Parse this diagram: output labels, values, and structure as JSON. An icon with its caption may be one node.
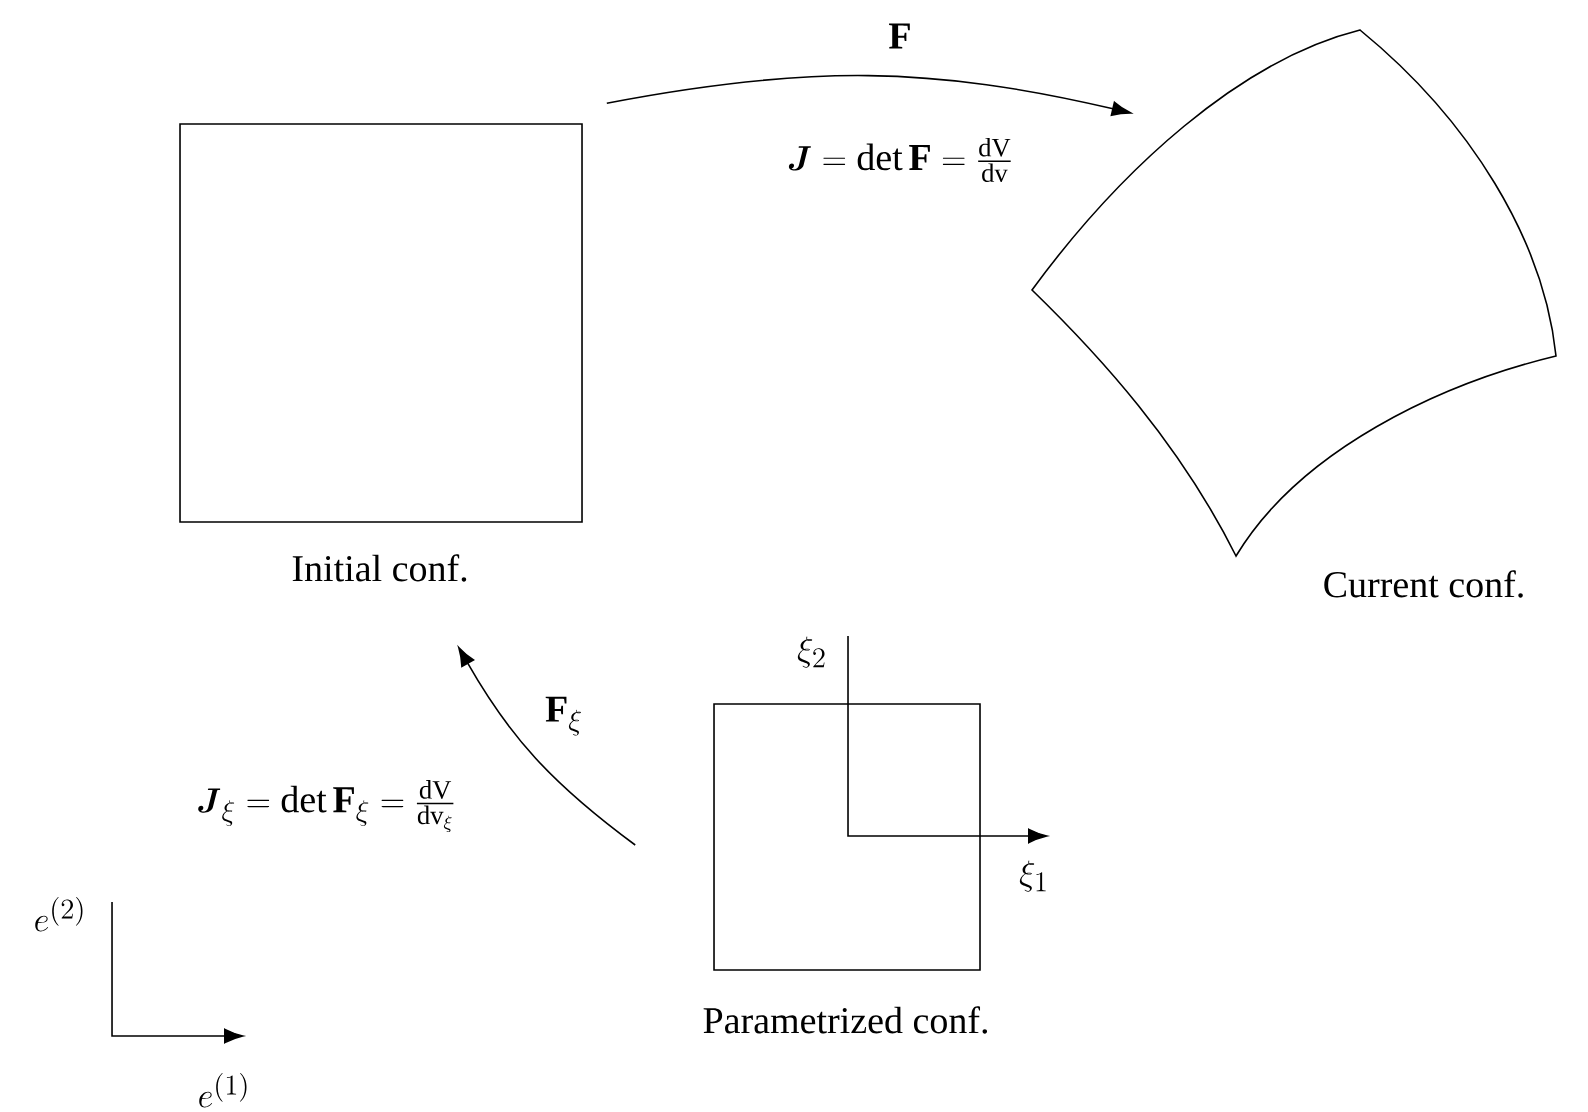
{
  "diagram": {
    "nodes": [
      {
        "text": [
          "Initial conf."
        ]
      },
      {
        "text": [
          "Current conf."
        ]
      },
      {
        "text": [
          "Parametrized conf."
        ]
      }
    ],
    "edges": [
      {
        "from": 0,
        "to": 1,
        "arrow": "to",
        "label": "\\mathbf{F}"
      },
      {
        "from": 2,
        "to": 0,
        "arrow": "to",
        "label": "\\mathbf{F}_\\xi"
      }
    ],
    "labels": [
      "\\boldsymbol{J} = \\det \\mathbf{F} = \\frac{\\mathrm{dV}}{\\mathrm{dv}}",
      "\\xi_2",
      "\\xi_1",
      "\\boldsymbol{J}_\\xi = \\det \\mathbf{F}_\\xi = \\frac{\\mathrm{dV}}{\\mathrm{dv}_\\xi}",
      "e^{(2)}",
      "e^{(1)}"
    ]
  }
}
